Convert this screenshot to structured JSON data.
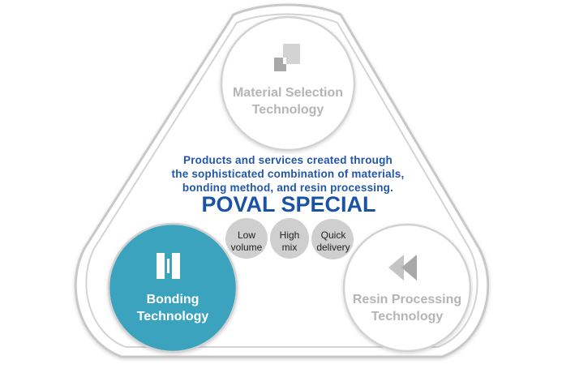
{
  "tagline": {
    "line1": "Products and services created through",
    "line2": "the sophisticated combination of materials,",
    "line3": "bonding method, and resin processing."
  },
  "brand": "POVAL SPECIAL",
  "features": [
    {
      "line1": "Low",
      "line2": "volume"
    },
    {
      "line1": "High",
      "line2": "mix"
    },
    {
      "line1": "Quick",
      "line2": "delivery"
    }
  ],
  "technologies": {
    "material": {
      "line1": "Material Selection",
      "line2": "Technology",
      "icon": "material-squares-icon",
      "active": false
    },
    "bonding": {
      "line1": "Bonding",
      "line2": "Technology",
      "icon": "bonding-bars-icon",
      "active": true
    },
    "resin": {
      "line1": "Resin Processing",
      "line2": "Technology",
      "icon": "rewind-arrows-icon",
      "active": false
    }
  },
  "colors": {
    "accent_teal": "#3aa3bd",
    "inactive_text": "#b5b5b5",
    "brand_blue": "#1a53a3",
    "blob_gray": "#cfcfcf",
    "frame_gray": "#c4c4c4"
  }
}
